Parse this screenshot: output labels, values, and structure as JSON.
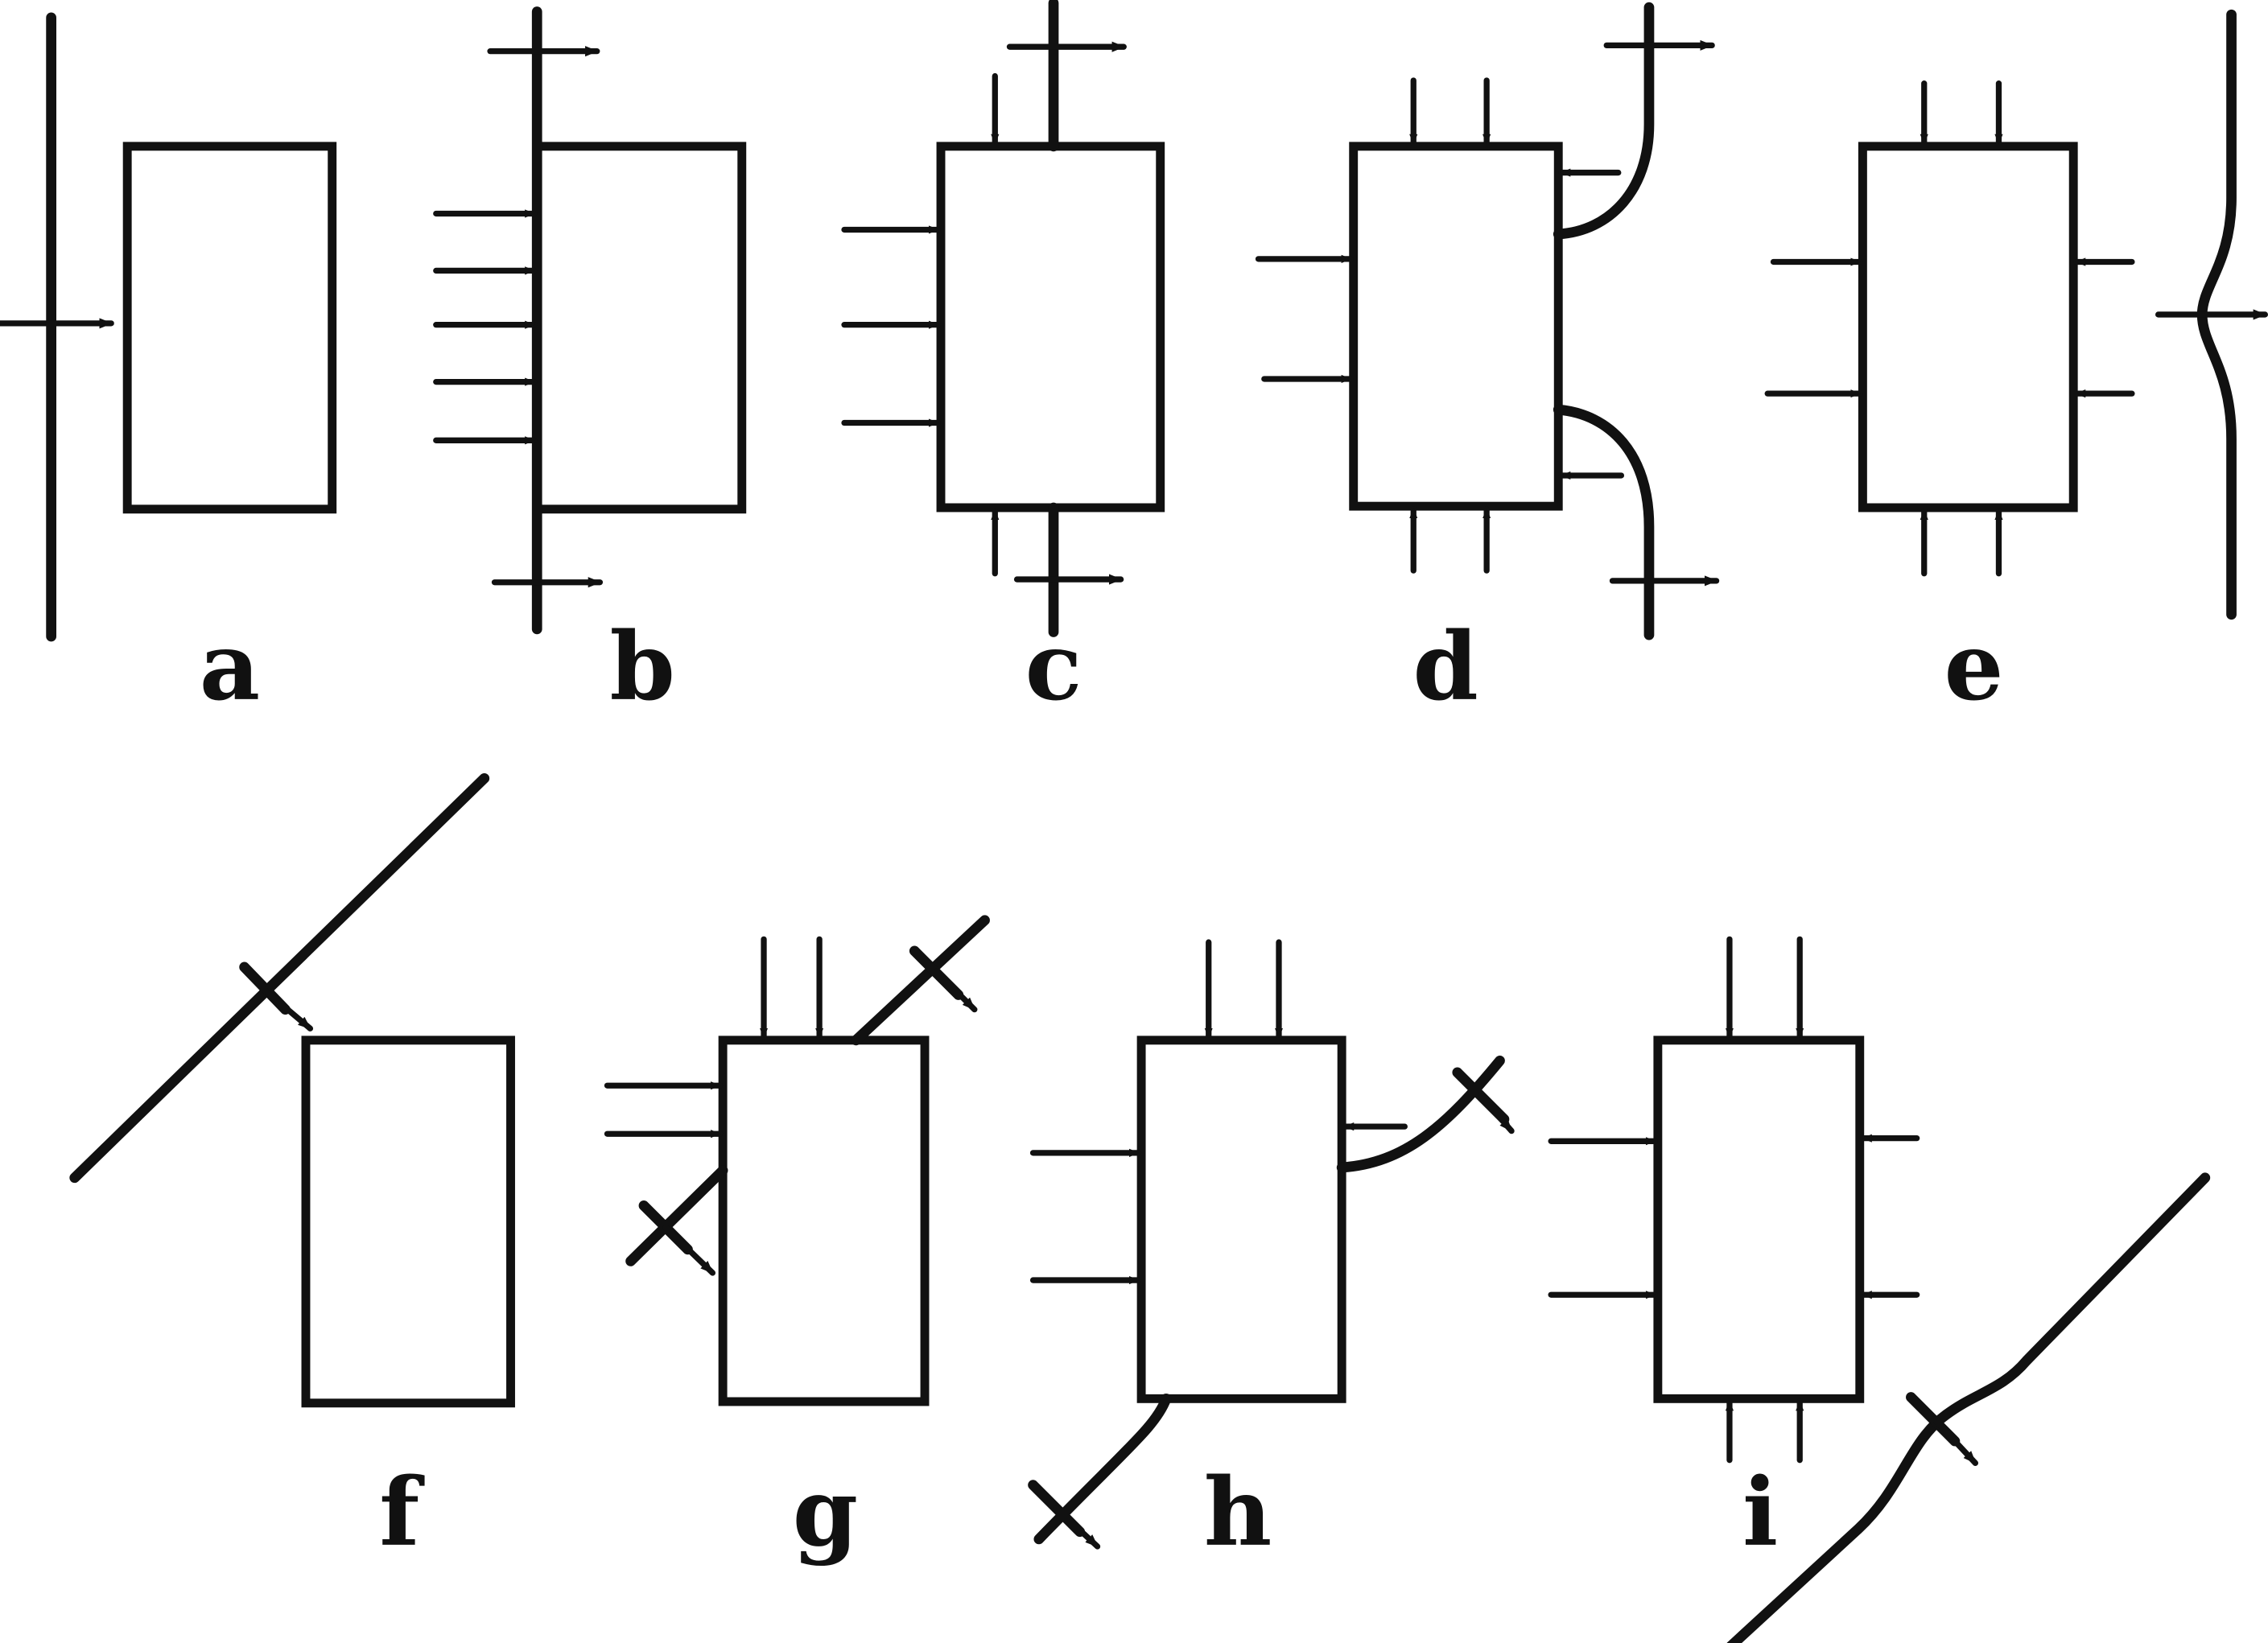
{
  "panels": [
    {
      "id": "a",
      "label": "a"
    },
    {
      "id": "b",
      "label": "b"
    },
    {
      "id": "c",
      "label": "c"
    },
    {
      "id": "d",
      "label": "d"
    },
    {
      "id": "e",
      "label": "e"
    },
    {
      "id": "f",
      "label": "f"
    },
    {
      "id": "g",
      "label": "g"
    },
    {
      "id": "h",
      "label": "h"
    },
    {
      "id": "i",
      "label": "i"
    }
  ]
}
